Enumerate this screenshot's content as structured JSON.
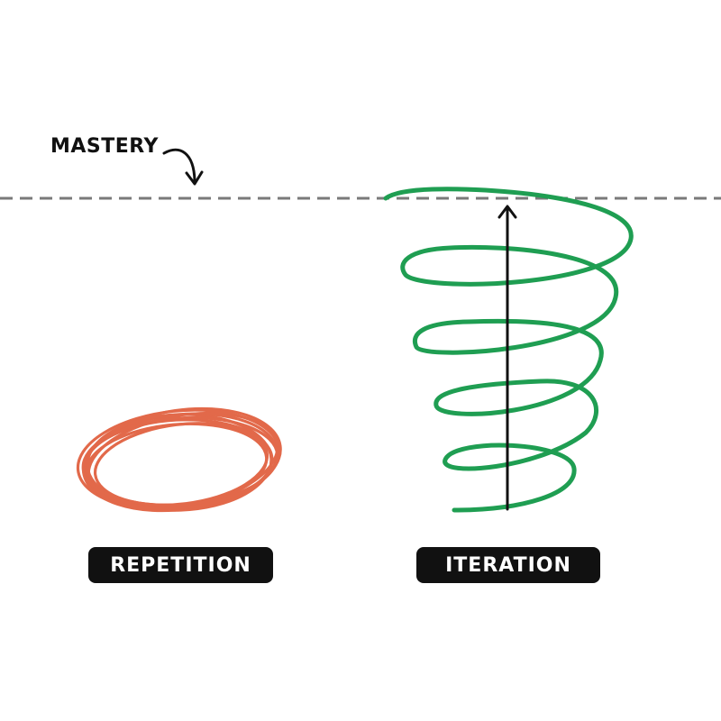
{
  "labels": {
    "mastery": "MASTERY",
    "repetition": "REPETITION",
    "iteration": "ITERATION"
  },
  "colors": {
    "repetition": "#e2694a",
    "iteration": "#1f9e52",
    "ink": "#111111",
    "dash": "#7a7a7a",
    "background": "#ffffff"
  }
}
